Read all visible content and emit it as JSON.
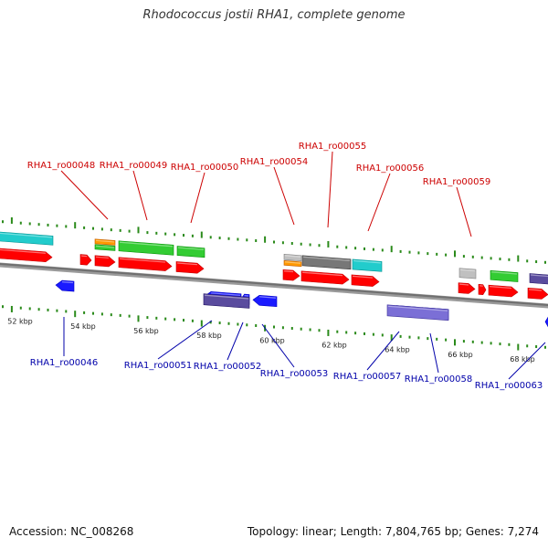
{
  "title": "Rhodococcus jostii RHA1, complete genome",
  "footer": {
    "accession": "Accession: NC_008268",
    "stats": "Topology: linear; Length: 7,804,765 bp; Genes: 7,274"
  },
  "colors": {
    "forward_label": "#cc0000",
    "reverse_label": "#0000aa",
    "tick": "#2a8a1a",
    "backbone": "#808080",
    "cds": "#ff0000",
    "reverse_cds": "#1a1aff",
    "cog_green": "#33cc33",
    "cog_cyan": "#22cccc",
    "cog_orange": "#ff9900",
    "cog_gray": "#777777",
    "cog_lightgray": "#c0c0c0",
    "cog_purple": "#5a4c9e",
    "cog_lavender": "#7b6fd6"
  },
  "scale_labels": [
    "52 kbp",
    "54 kbp",
    "56 kbp",
    "58 kbp",
    "60 kbp",
    "62 kbp",
    "64 kbp",
    "66 kbp",
    "68 kbp"
  ],
  "forward_genes": [
    "RHA1_ro00048",
    "RHA1_ro00049",
    "RHA1_ro00050",
    "RHA1_ro00054",
    "RHA1_ro00055",
    "RHA1_ro00056",
    "RHA1_ro00059"
  ],
  "reverse_genes": [
    "RHA1_ro00046",
    "RHA1_ro00051",
    "RHA1_ro00052",
    "RHA1_ro00053",
    "RHA1_ro00057",
    "RHA1_ro00058",
    "RHA1_ro00063"
  ]
}
